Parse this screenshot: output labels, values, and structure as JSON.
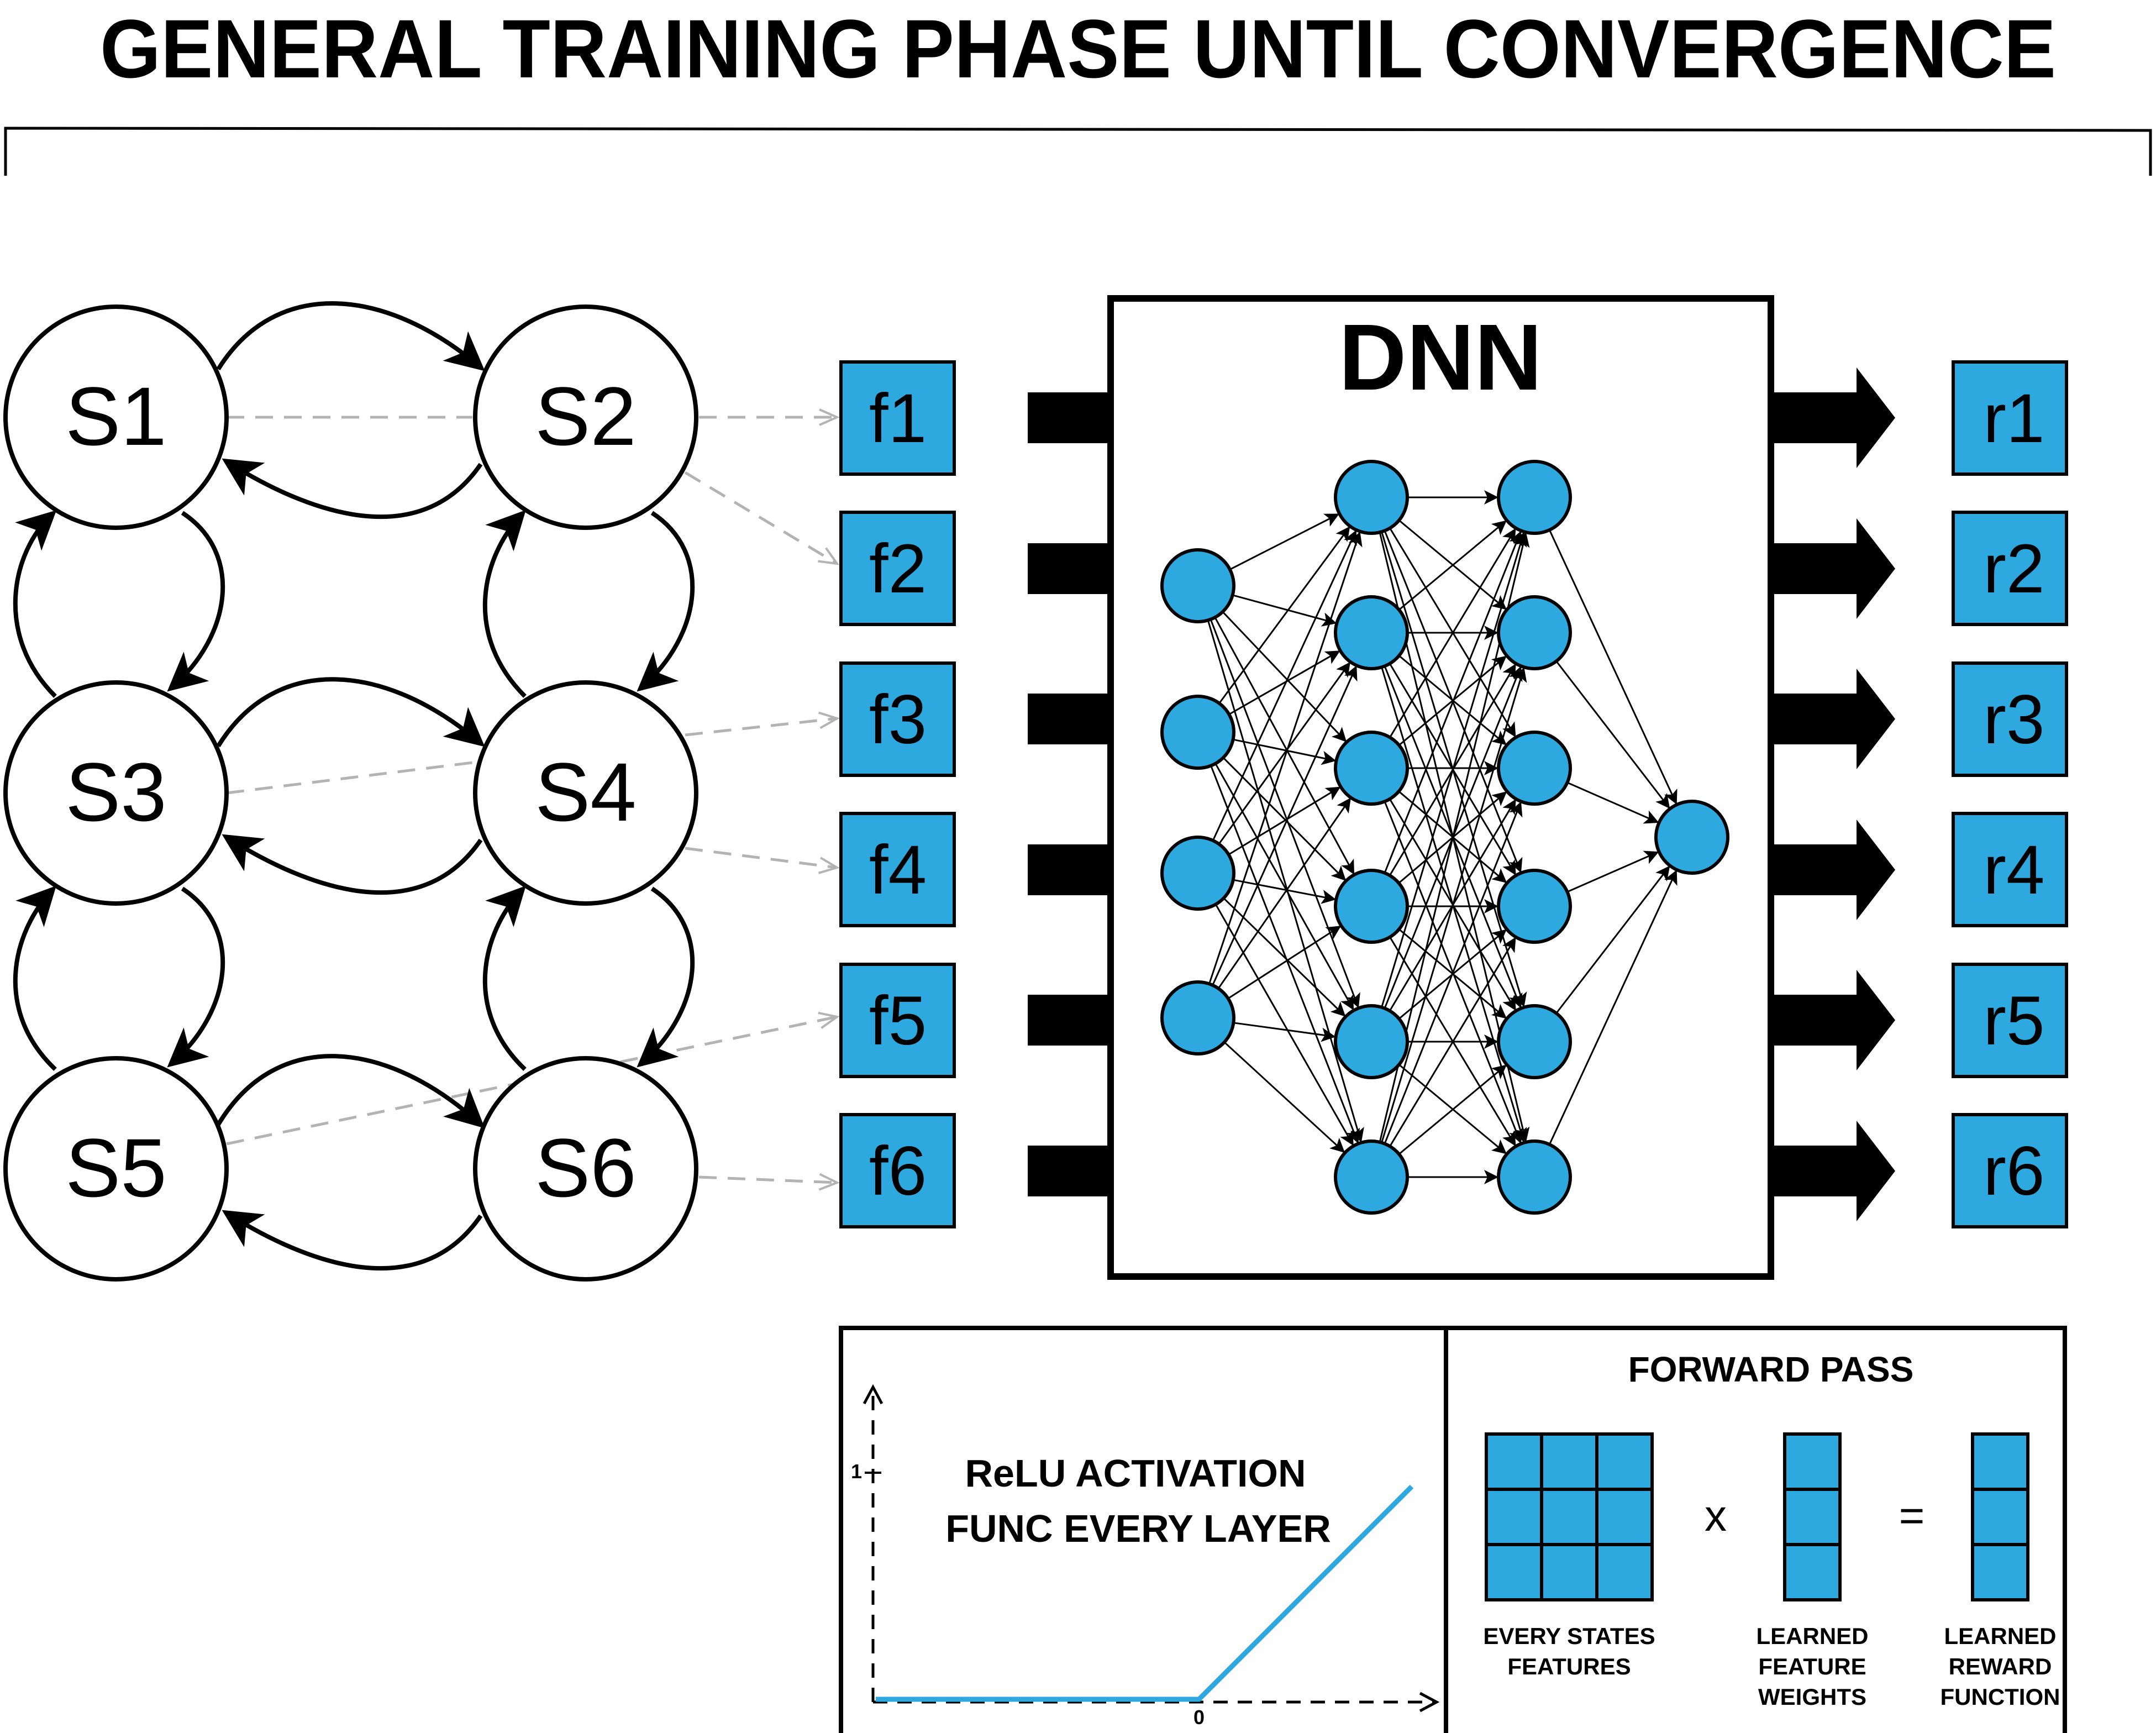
{
  "title": "GENERAL TRAINING PHASE UNTIL CONVERGENCE",
  "dnn_label": "DNN",
  "states": [
    "S1",
    "S2",
    "S3",
    "S4",
    "S5",
    "S6"
  ],
  "features": [
    "f1",
    "f2",
    "f3",
    "f4",
    "f5",
    "f6"
  ],
  "rewards": [
    "r1",
    "r2",
    "r3",
    "r4",
    "r5",
    "r6"
  ],
  "network_layers": [
    4,
    6,
    6,
    1
  ],
  "relu_panel": {
    "title_line1": "ReLU ACTIVATION",
    "title_line2": "FUNC EVERY LAYER",
    "y_tick": "1",
    "x_tick": "0"
  },
  "forward_pass": {
    "title": "FORWARD PASS",
    "times": "x",
    "equals": "=",
    "matrix_label": [
      "EVERY STATES",
      "FEATURES"
    ],
    "weights_label": [
      "LEARNED",
      "FEATURE",
      "WEIGHTS"
    ],
    "reward_label": [
      "LEARNED",
      "REWARD",
      "FUNCTION"
    ]
  },
  "colors": {
    "accent": "#2ea9e0",
    "stroke": "#000000",
    "dashed": "#b3b3b3"
  }
}
